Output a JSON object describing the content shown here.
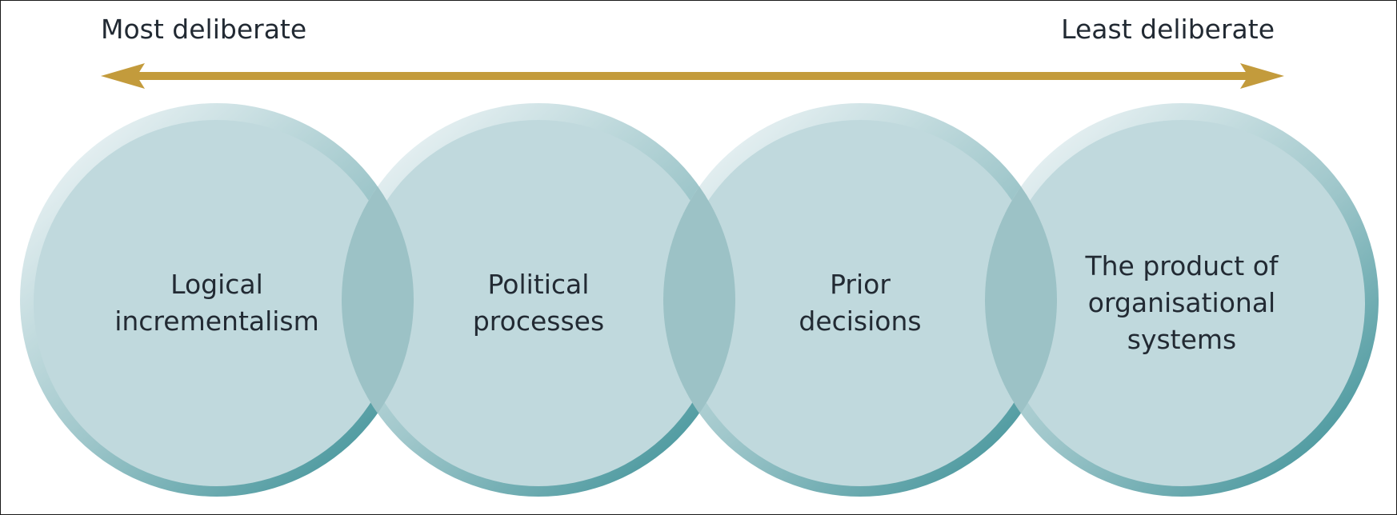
{
  "scale": {
    "left_label": "Most deliberate",
    "right_label": "Least deliberate"
  },
  "circles": [
    {
      "lines": [
        "Logical",
        "incrementalism"
      ]
    },
    {
      "lines": [
        "Political",
        "processes"
      ]
    },
    {
      "lines": [
        "Prior",
        "decisions"
      ]
    },
    {
      "lines": [
        "The product of",
        "organisational",
        "systems"
      ]
    }
  ],
  "colors": {
    "arrow": "#c39b3c",
    "circle_fill": "#c0d9dd",
    "overlap_fill": "#9cc2c6",
    "ring_light": "#e6f0f2",
    "ring_dark": "#4e9aa0",
    "text": "#222a33"
  }
}
